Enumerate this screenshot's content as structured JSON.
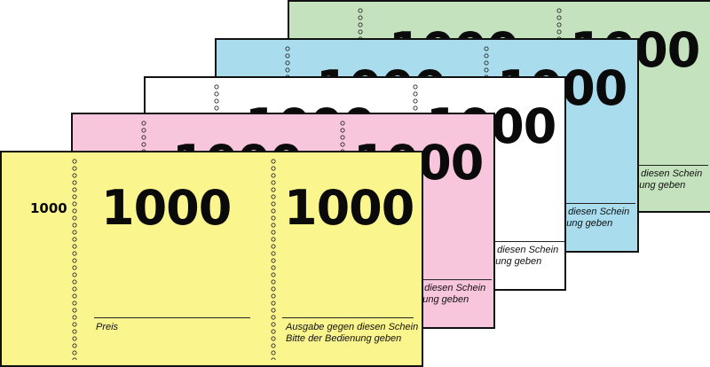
{
  "colors": {
    "green": "#c5e2be",
    "blue": "#a9dcec",
    "white": "#ffffff",
    "pink": "#f7c5dc",
    "yellow": "#fbf58e"
  },
  "ticket": {
    "stub_number": "1000",
    "main_number": "1000",
    "price_label": "Preis",
    "notice_line1": "Ausgabe gegen diesen Schein",
    "notice_line2": "Bitte der Bedienung geben"
  }
}
